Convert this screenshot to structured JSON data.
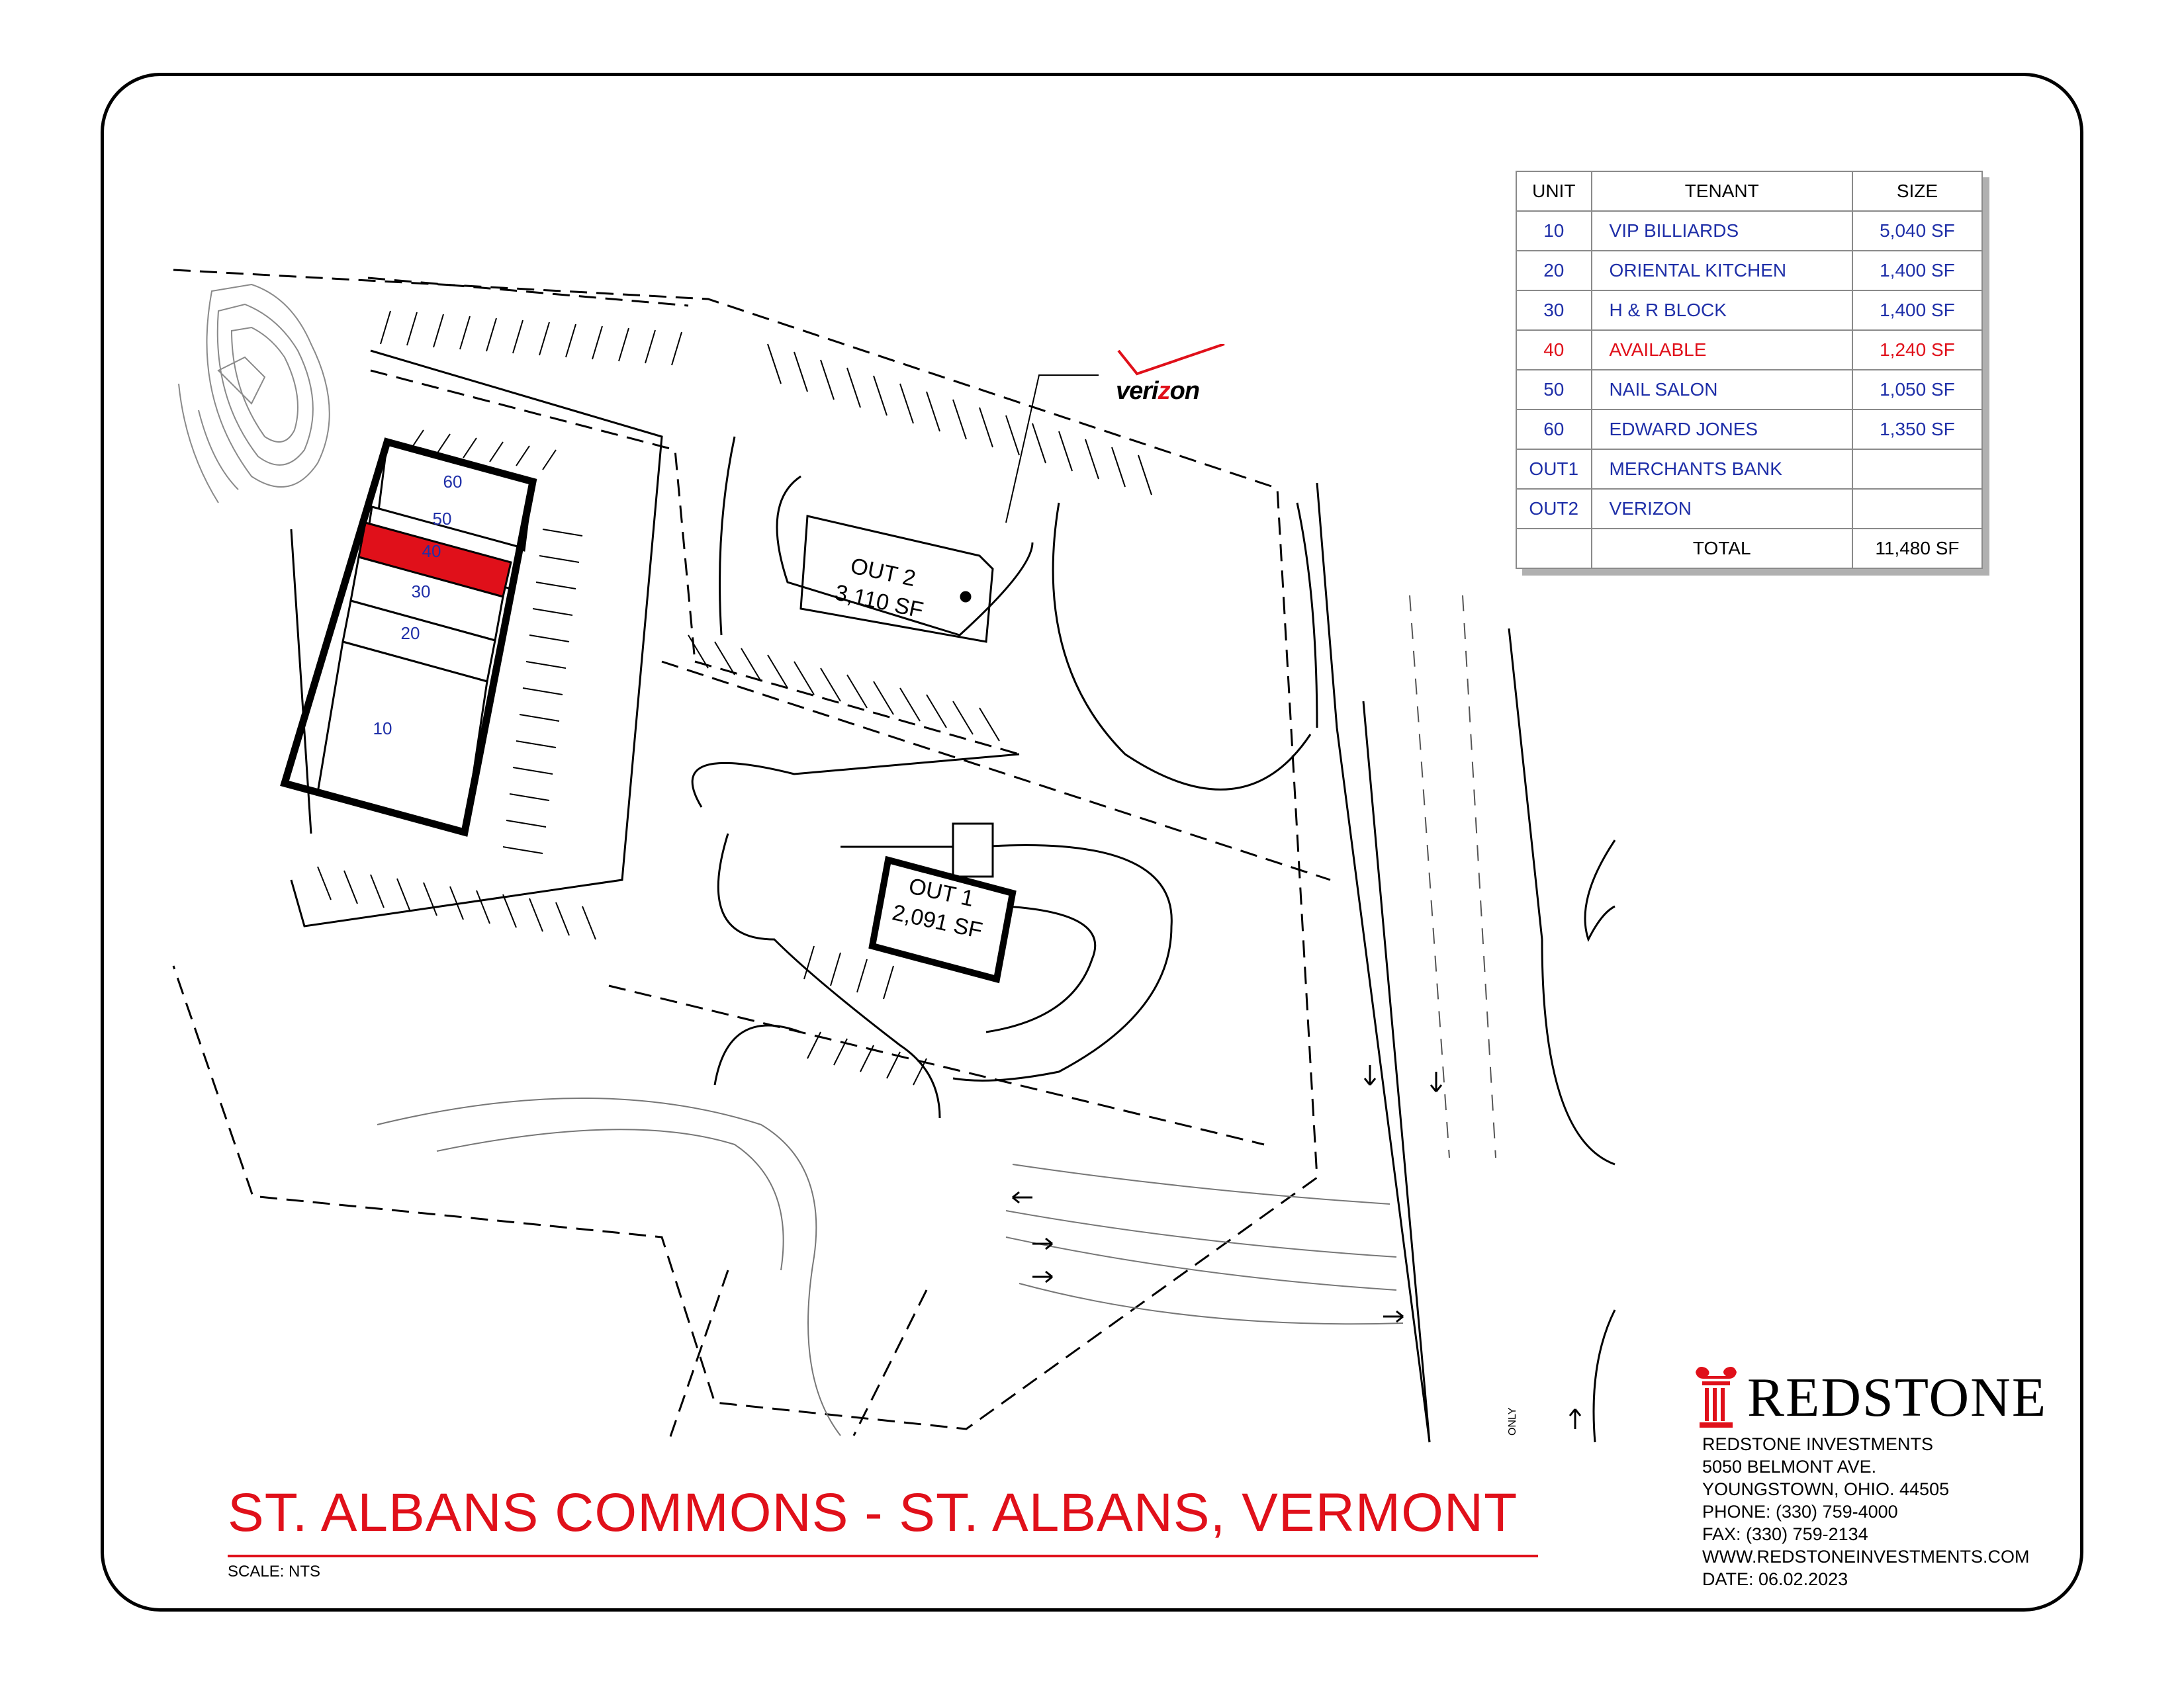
{
  "tenant_table": {
    "headers": {
      "unit": "UNIT",
      "tenant": "TENANT",
      "size": "SIZE"
    },
    "rows": [
      {
        "unit": "10",
        "tenant": "VIP BILLIARDS",
        "size": "5,040 SF"
      },
      {
        "unit": "20",
        "tenant": "ORIENTAL KITCHEN",
        "size": "1,400 SF"
      },
      {
        "unit": "30",
        "tenant": "H & R BLOCK",
        "size": "1,400 SF"
      },
      {
        "unit": "40",
        "tenant": "AVAILABLE",
        "size": "1,240 SF"
      },
      {
        "unit": "50",
        "tenant": "NAIL SALON",
        "size": "1,050 SF"
      },
      {
        "unit": "60",
        "tenant": "EDWARD JONES",
        "size": "1,350 SF"
      },
      {
        "unit": "OUT1",
        "tenant": "MERCHANTS BANK",
        "size": ""
      },
      {
        "unit": "OUT2",
        "tenant": "VERIZON",
        "size": ""
      }
    ],
    "total": {
      "label": "TOTAL",
      "size": "11,480 SF"
    }
  },
  "units": {
    "u60": "60",
    "u50": "50",
    "u40": "40",
    "u30": "30",
    "u20": "20",
    "u10": "10"
  },
  "outparcels": {
    "out2": {
      "name": "OUT 2",
      "size": "3,110 SF"
    },
    "out1": {
      "name": "OUT 1",
      "size": "2,091 SF"
    }
  },
  "road_marks": {
    "only": "ONLY"
  },
  "verizon_logo": {
    "pre": "veri",
    "z": "z",
    "post": "on"
  },
  "title": {
    "project": "ST. ALBANS COMMONS - ST. ALBANS, VERMONT",
    "scale": "SCALE: NTS"
  },
  "company": {
    "brand": "REDSTONE",
    "name": "REDSTONE INVESTMENTS",
    "address": "5050 BELMONT AVE.",
    "city": "YOUNGSTOWN, OHIO. 44505",
    "phone": "PHONE: (330) 759-4000",
    "fax": "FAX: (330) 759-2134",
    "web": "WWW.REDSTONEINVESTMENTS.COM",
    "date": "DATE: 06.02.2023"
  },
  "colors": {
    "available": "#e0101a",
    "tenant_text": "#1f2fa8",
    "title": "#e0101a"
  }
}
